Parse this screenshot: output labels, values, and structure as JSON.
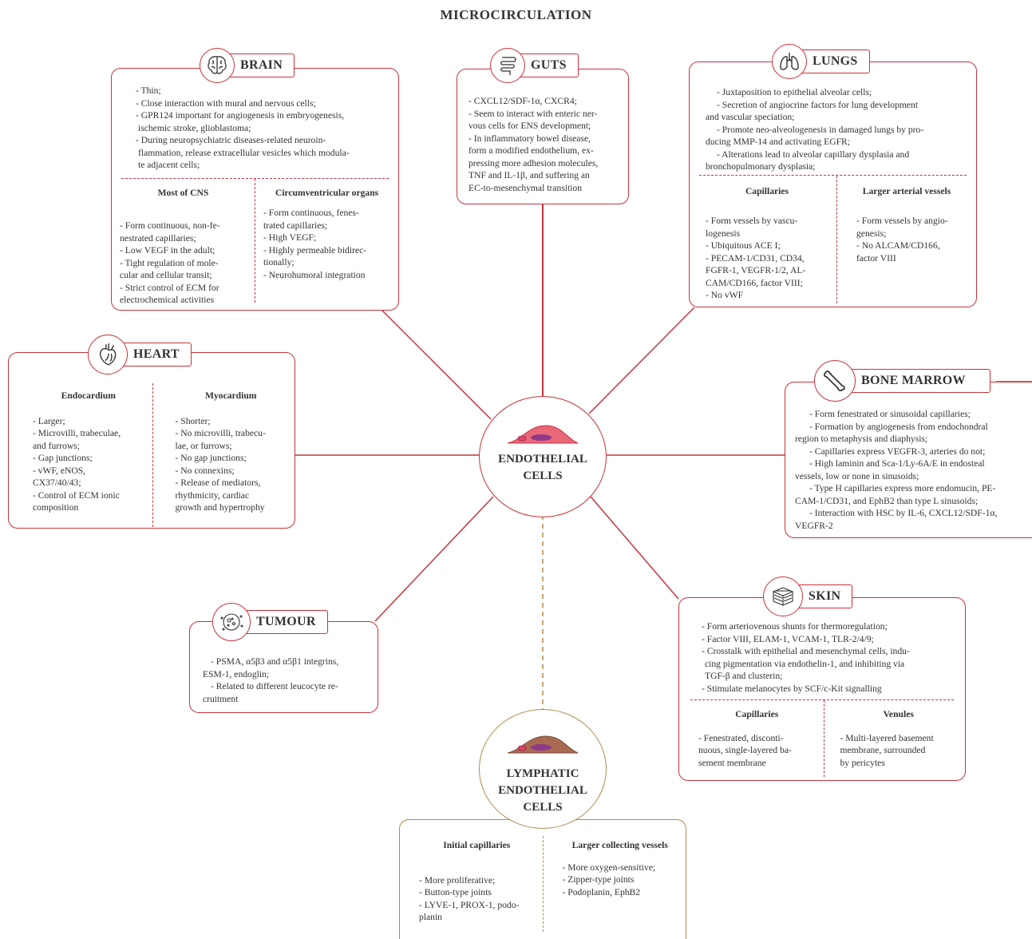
{
  "title": "MICROCIRCULATION",
  "center": {
    "label_lines": [
      "ENDOTHELIAL",
      "CELLS"
    ]
  },
  "lymphatic_center": {
    "label_lines": [
      "LYMPHATIC",
      "ENDOTHELIAL",
      "CELLS"
    ]
  },
  "colors": {
    "accent_red": "#c8323c",
    "lymphatic_gold": "#b08a4e",
    "cell_pink": "#e8687a",
    "cell_brown": "#a86b52",
    "nucleus_purple": "#8e3a8a"
  },
  "brain": {
    "label": "BRAIN",
    "icon": "brain-icon",
    "items": [
      "- Thin;",
      "- Close interaction with mural and nervous cells;",
      "- GPR124 important for angiogenesis in embryogenesis,",
      "ischemic stroke, glioblastoma;",
      "- During neuropsychiatric diseases-related neuroin-",
      "flammation, release extracellular vesicles which modula-",
      "te adjacent cells;"
    ],
    "left_title": "Most of CNS",
    "left_items": [
      "- Form continuous, non-fe-",
      "nestrated capillaries;",
      "- Low VEGF in the adult;",
      "- Tight regulation of mole-",
      "cular and cellular transit;",
      "- Strict control of ECM for",
      "electrochemical activities"
    ],
    "right_title": "Circumventricular organs",
    "right_items": [
      "- Form continuous, fenes-",
      "trated capillaries;",
      "- High VEGF;",
      "- Highly permeable bidirec-",
      "tionally;",
      "- Neurohumoral integration"
    ]
  },
  "guts": {
    "label": "GUTS",
    "icon": "intestine-icon",
    "items": [
      "- CXCL12/SDF-1α, CXCR4;",
      "- Seem to interact with enteric ner-",
      "vous cells for ENS development;",
      "- In inflammatory bowel disease,",
      "form a modified endothelium, ex-",
      "pressing more adhesion molecules,",
      "TNF and IL-1β, and suffering an",
      "EC-to-mesenchymal transition"
    ]
  },
  "lungs": {
    "label": "LUNGS",
    "icon": "lungs-icon",
    "items": [
      "- Juxtaposition to epithelial alveolar cells;",
      "- Secretion of angiocrine factors for lung development",
      "and vascular speciation;",
      "- Promote neo-alveologenesis in damaged lungs by pro-",
      "ducing MMP-14 and activating EGFR;",
      "- Alterations lead to alveolar capillary dysplasia and",
      "bronchopulmonary dysplasia;"
    ],
    "left_title": "Capillaries",
    "left_items": [
      "- Form vessels by vascu-",
      "logenesis",
      "- Ubiquitous ACE I;",
      "- PECAM-1/CD31, CD34,",
      "FGFR-1, VEGFR-1/2, AL-",
      "CAM/CD166, factor VIII;",
      "- No vWF"
    ],
    "right_title": "Larger arterial vessels",
    "right_items": [
      "- Form vessels by angio-",
      "genesis;",
      "- No ALCAM/CD166,",
      "factor VIII"
    ]
  },
  "heart": {
    "label": "HEART",
    "icon": "heart-icon",
    "left_title": "Endocardium",
    "left_items": [
      "- Larger;",
      "- Microvilli, trabeculae,",
      "and furrows;",
      "- Gap junctions;",
      "- vWF, eNOS,",
      "CX37/40/43;",
      "- Control of ECM ionic",
      "composition"
    ],
    "right_title": "Myocardium",
    "right_items": [
      "- Shorter;",
      "- No microvilli, trabecu-",
      "lae, or furrows;",
      "- No gap junctions;",
      "- No connexins;",
      "- Release of mediators,",
      "rhythmicity, cardiac",
      "growth and hypertrophy"
    ]
  },
  "bone_marrow": {
    "label": "BONE MARROW",
    "icon": "bone-icon",
    "items": [
      "- Form fenestrated or sinusoidal capillaries;",
      "- Formation by angiogenesis from endochondral",
      "region to metaphysis and diaphysis;",
      "- Capillaries express VEGFR-3, arteries do not;",
      "- High laminin and Sca-1/Ly-6A/E in endosteal",
      "vessels, low or none in sinusoids;",
      "- Type H capillaries express more endomucin, PE-",
      "CAM-1/CD31, and EphB2 than type L sinusoids;",
      "- Interaction with HSC by IL-6, CXCL12/SDF-1α,",
      "VEGFR-2"
    ]
  },
  "tumour": {
    "label": "TUMOUR",
    "icon": "tumour-cell-icon",
    "items": [
      "- PSMA, α5β3 and α5β1 integrins,",
      "ESM-1, endoglin;",
      "- Related to different leucocyte re-",
      "cruitment"
    ]
  },
  "skin": {
    "label": "SKIN",
    "icon": "skin-layers-icon",
    "items": [
      "- Form arteriovenous shunts for thermoregulation;",
      "- Factor VIII, ELAM-1, VCAM-1, TLR-2/4/9;",
      "- Crosstalk with epithelial and mesenchymal cells, indu-",
      "cing pigmentation via endothelin-1, and inhibiting via",
      "TGF-β and clusterin;",
      "- Stimulate melanocytes by SCF/c-Kit signalling"
    ],
    "left_title": "Capillaries",
    "left_items": [
      "- Fenestrated, disconti-",
      "nuous, single-layered ba-",
      "sement membrane"
    ],
    "right_title": "Venules",
    "right_items": [
      "- Multi-layered basement",
      "membrane, surrounded",
      "by pericytes"
    ]
  },
  "lymphatic": {
    "left_title": "Initial capillaries",
    "left_items": [
      "- More proliferative;",
      "- Button-type joints",
      "- LYVE-1, PROX-1, podo-",
      "planin"
    ],
    "right_title": "Larger collecting vessels",
    "right_items": [
      "- More oxygen-sensitive;",
      "- Zipper-type joints",
      "- Podoplanin, EphB2"
    ]
  }
}
